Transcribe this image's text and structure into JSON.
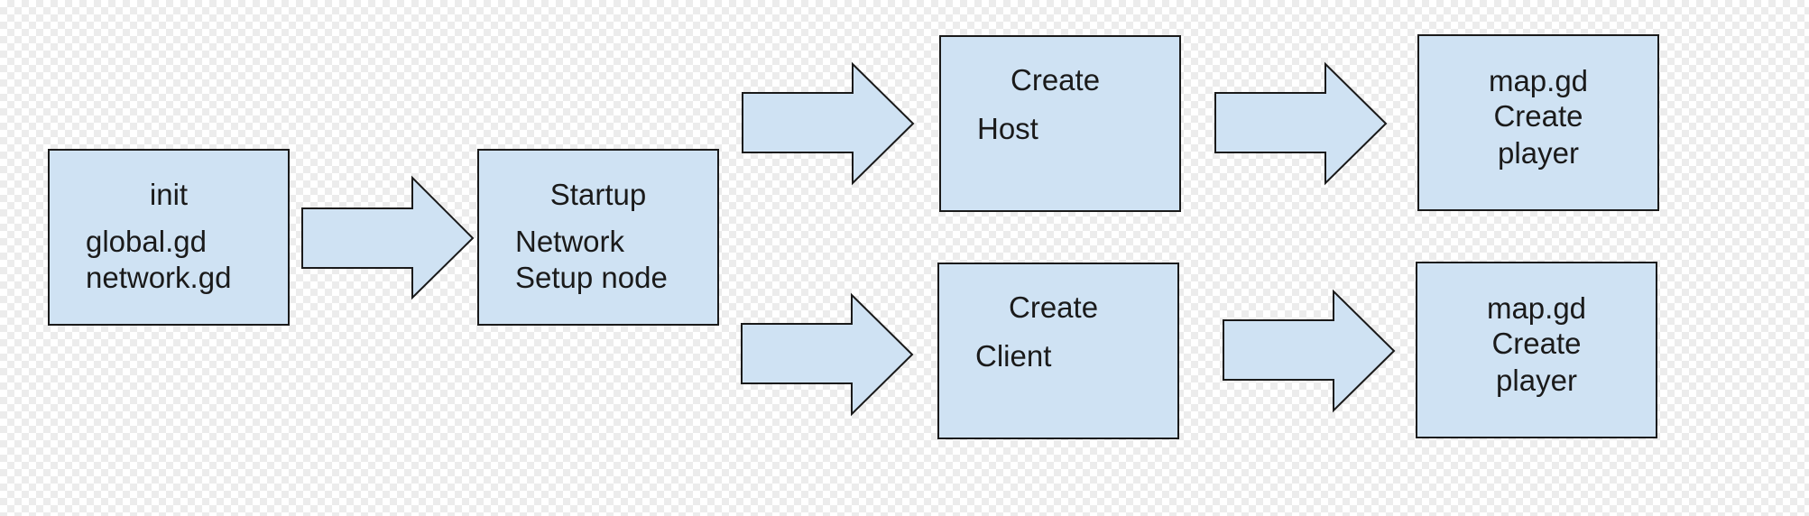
{
  "diagram": {
    "init": {
      "title": "init",
      "lines": [
        "global.gd",
        "network.gd"
      ]
    },
    "startup": {
      "title": "Startup",
      "lines": [
        "Network",
        "Setup node"
      ]
    },
    "host": {
      "title": "Create",
      "lines": [
        "Host"
      ]
    },
    "client": {
      "title": "Create",
      "lines": [
        "Client"
      ]
    },
    "map_host": {
      "lines": [
        "map.gd",
        "Create",
        "player"
      ]
    },
    "map_client": {
      "lines": [
        "map.gd",
        "Create",
        "player"
      ]
    },
    "colors": {
      "box_fill": "#cfe2f3",
      "stroke": "#1a1a1a",
      "text": "#1a1a1a"
    }
  }
}
